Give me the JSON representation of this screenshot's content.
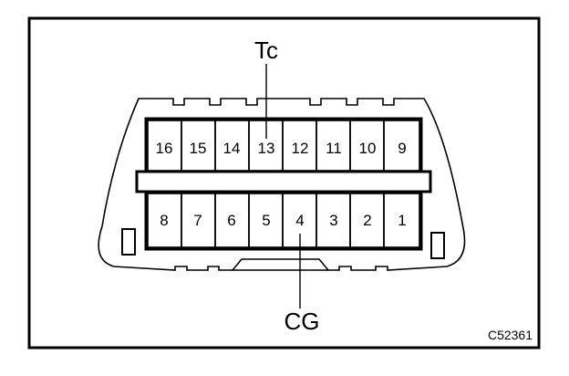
{
  "diagram": {
    "top_row_pins": [
      "16",
      "15",
      "14",
      "13",
      "12",
      "11",
      "10",
      "9"
    ],
    "bottom_row_pins": [
      "8",
      "7",
      "6",
      "5",
      "4",
      "3",
      "2",
      "1"
    ],
    "callout_top": "Tc",
    "callout_bottom": "CG",
    "figure_code": "C52361"
  }
}
